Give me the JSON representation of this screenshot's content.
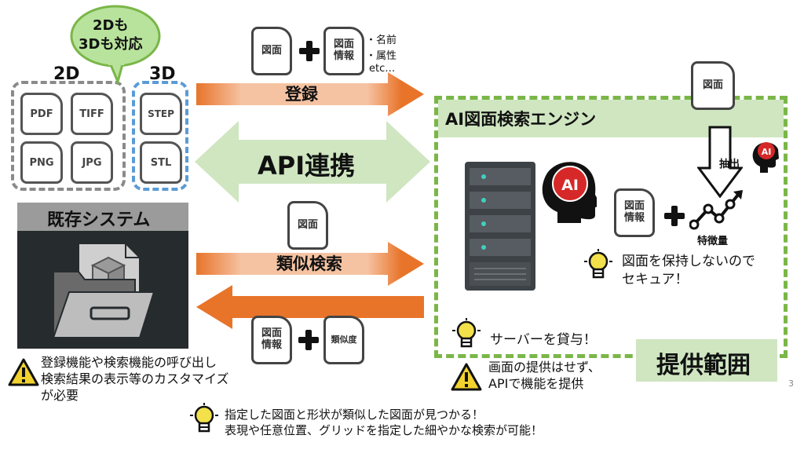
{
  "bubble": {
    "line1": "2Dも",
    "line2": "3Dも対応"
  },
  "formats_2d": {
    "label": "2D",
    "items": [
      "PDF",
      "TIFF",
      "PNG",
      "JPG"
    ]
  },
  "formats_3d": {
    "label": "3D",
    "items": [
      "STEP",
      "STL"
    ]
  },
  "existing_system": {
    "title": "既存システム"
  },
  "register": {
    "label": "登録",
    "doc": "図面",
    "info_doc": "図面\n情報",
    "attrs": [
      "・名前",
      "・属性",
      "etc…"
    ]
  },
  "api": {
    "label": "API連携"
  },
  "similar": {
    "label": "類似検索",
    "doc": "図面",
    "result_info": "図面\n情報",
    "result_similarity": "類似度"
  },
  "engine": {
    "title": "AI図面検索エンジン",
    "input_doc": "図面",
    "extract_label": "抽出",
    "ai_badge": "AI",
    "info_doc": "図面\n情報",
    "feature_label": "特徴量",
    "secure_note": "図面を保持しないので\nセキュア！",
    "server_note": "サーバーを貸与！",
    "scope_label": "提供範囲"
  },
  "notes": {
    "left_warning": "登録機能や検索機能の呼び出し\n検索結果の表示等のカスタマイズ\nが必要",
    "right_warning": "画面の提供はせず、\nAPIで機能を提供",
    "bottom_tip": "指定した図面と形状が類似した図面が見つかる！\n表現や任意位置、グリッドを指定した細やかな検索が可能！"
  },
  "page_number": "3",
  "colors": {
    "orange": "#e8742a",
    "green_light": "#cfe6c1",
    "green_dash": "#7ab648",
    "gray_dark": "#262b2e",
    "bulb": "#f2e14a"
  }
}
